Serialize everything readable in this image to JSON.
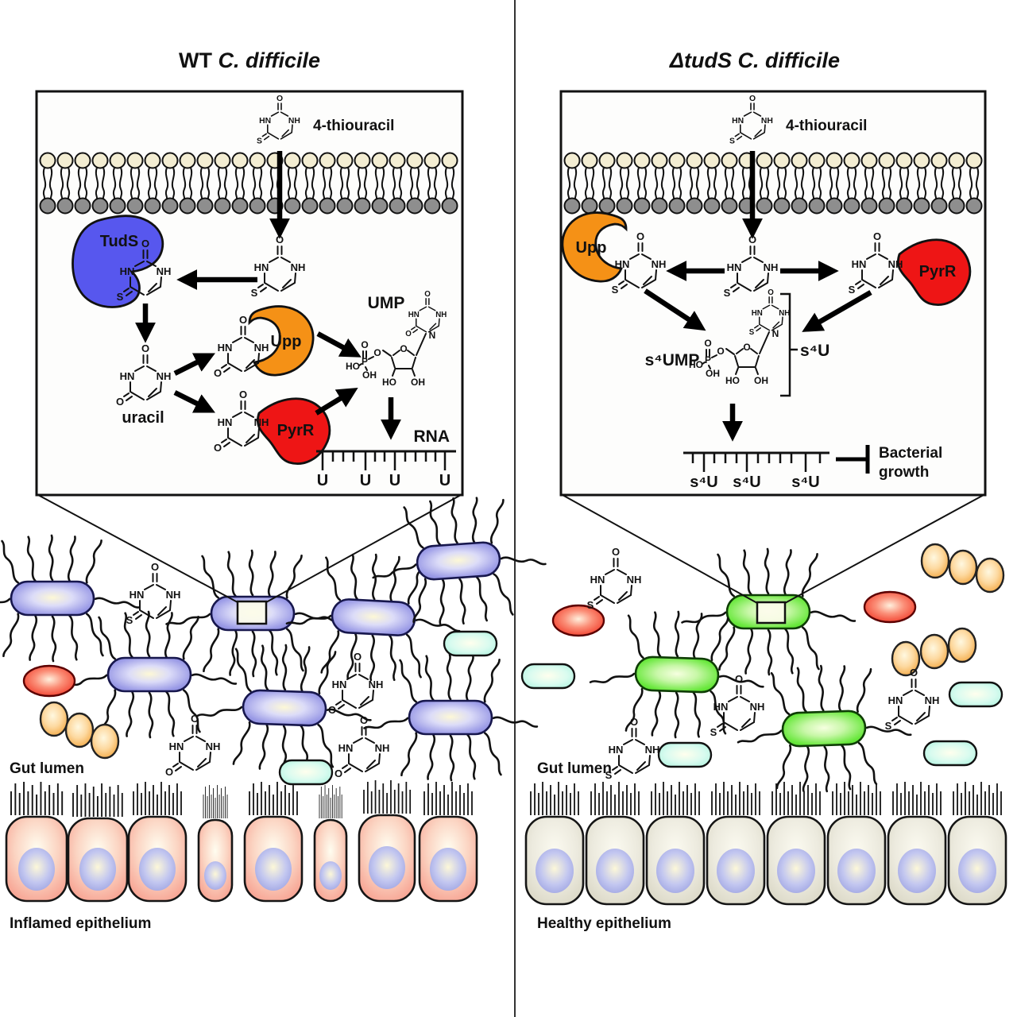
{
  "figure": {
    "left": {
      "title_wt": "WT ",
      "title_species": "C. difficile",
      "substrate": "4-thiouracil",
      "enzyme_tuds": "TudS",
      "enzyme_upp": "Upp",
      "enzyme_pyrr": "PyrR",
      "metabolite_uracil": "uracil",
      "metabolite_ump": "UMP",
      "rna_label": "RNA",
      "rna_units": [
        "U",
        "U",
        "U",
        "U"
      ],
      "gut_label": "Gut lumen",
      "epithelium_label": "Inflamed epithelium"
    },
    "right": {
      "title": "ΔtudS C. difficile",
      "substrate": "4-thiouracil",
      "enzyme_upp": "Upp",
      "enzyme_pyrr": "PyrR",
      "metabolite_s4ump": "s⁴UMP",
      "s4u_bracket": "s⁴U",
      "rna_units": [
        "s⁴U",
        "s⁴U",
        "s⁴U"
      ],
      "inhibition_line1": "Bacterial",
      "inhibition_line2": "growth",
      "gut_label": "Gut lumen",
      "epithelium_label": "Healthy epithelium"
    },
    "atoms": {
      "O": "O",
      "HN": "HN",
      "NH": "NH",
      "S": "S",
      "N": "N",
      "HO": "HO",
      "OH": "OH",
      "P": "P"
    }
  },
  "colors": {
    "tuds_enzyme": "#5757ee",
    "upp_enzyme": "#f59116",
    "pyrr_enzyme": "#ee1515",
    "wt_bacterium": "#8f8fe2",
    "mutant_bacterium": "#55e03a",
    "commensal_cyan": "#aef2de",
    "commensal_orange": "#f3a93c",
    "commensal_red": "#ee3322",
    "inflamed_cell": "#f79a8c",
    "healthy_cell": "#dedccc",
    "membrane_head_outer": "#f3edd2",
    "membrane_head_inner": "#8e8e8e"
  }
}
